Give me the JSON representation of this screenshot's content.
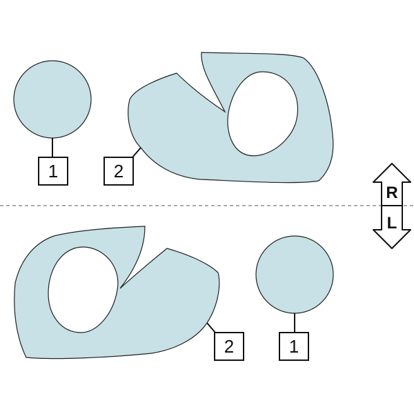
{
  "colors": {
    "part_fill": "#c7e1e6",
    "outline": "#222222",
    "background": "#ffffff",
    "divider": "#777777"
  },
  "callouts": {
    "right_circle": "1",
    "right_bracket": "2",
    "left_bracket": "2",
    "left_circle": "1"
  },
  "side_indicator": {
    "upper": "R",
    "lower": "L"
  }
}
